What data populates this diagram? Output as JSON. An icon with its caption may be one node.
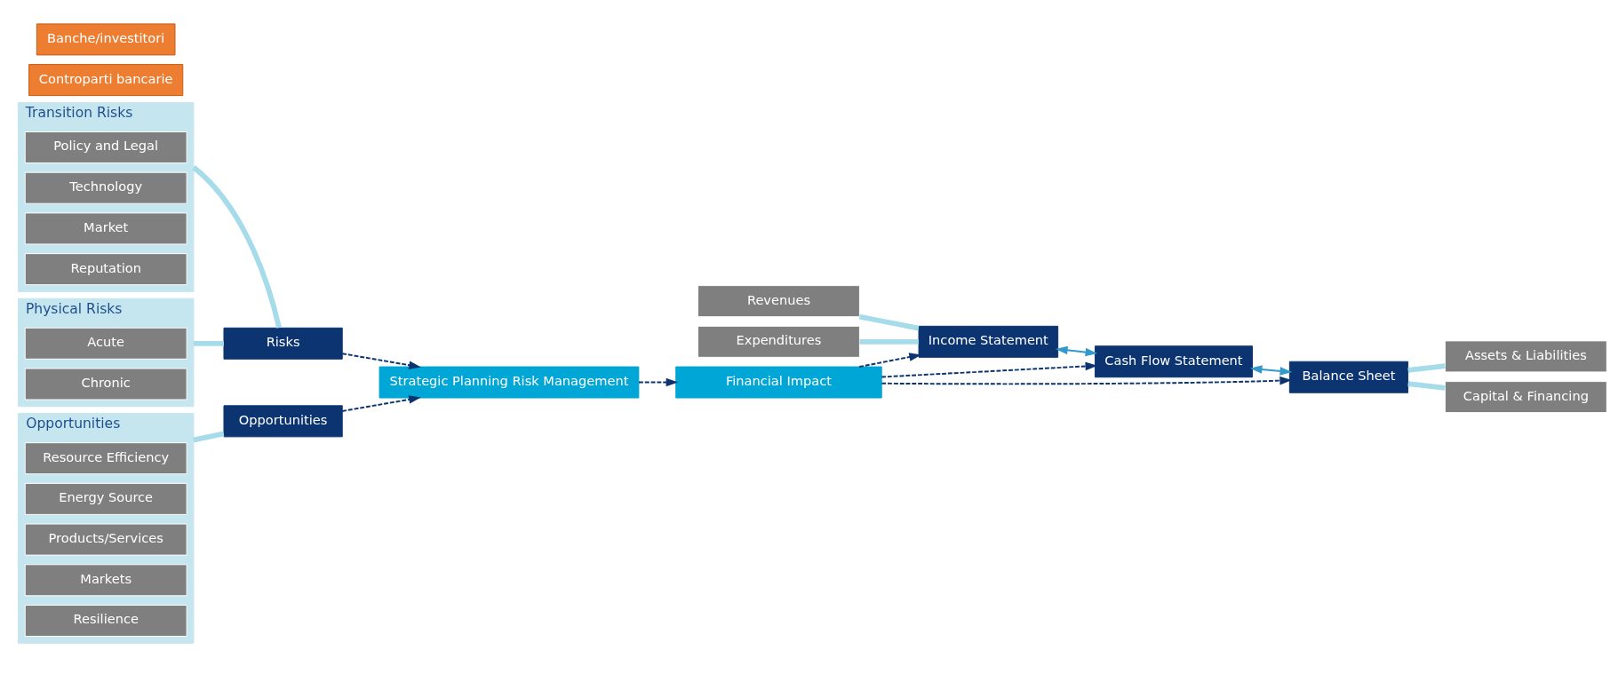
{
  "diagram": {
    "nodes": [
      {
        "text": [
          "Transition Risks"
        ]
      },
      {
        "text": [
          "Policy and Legal"
        ],
        "in": 0
      },
      {
        "text": [
          "Technology"
        ],
        "in": 0
      },
      {
        "text": [
          "Market"
        ],
        "in": 0
      },
      {
        "text": [
          "Reputation"
        ],
        "in": 0
      },
      {
        "text": [
          "Physical Risks"
        ]
      },
      {
        "text": [
          "Acute"
        ],
        "in": 5
      },
      {
        "text": [
          "Chronic"
        ],
        "in": 5
      },
      {
        "text": [
          "Risks"
        ]
      },
      {
        "text": [
          "Opportunities"
        ]
      },
      {
        "text": [
          "Opportunities"
        ]
      },
      {
        "text": [
          "Resource Efficiency"
        ],
        "in": 10
      },
      {
        "text": [
          "Energy Source"
        ],
        "in": 10
      },
      {
        "text": [
          "Products/Services"
        ],
        "in": 10
      },
      {
        "text": [
          "Markets"
        ],
        "in": 10
      },
      {
        "text": [
          "Resilience"
        ],
        "in": 10
      },
      {
        "text": [
          "Strategic Planning Risk Management"
        ]
      },
      {
        "text": [
          "Financial Impact"
        ]
      },
      {
        "text": [
          "Revenues"
        ]
      },
      {
        "text": [
          "Expenditures"
        ]
      },
      {
        "text": [
          "Income Statement"
        ]
      },
      {
        "text": [
          "Cash Flow Statement"
        ]
      },
      {
        "text": [
          "Balance Sheet"
        ]
      },
      {
        "text": [
          "Assets & Liabilities"
        ]
      },
      {
        "text": [
          "Capital & Financing"
        ]
      },
      {
        "text": [
          "Controparti bancarie"
        ]
      },
      {
        "text": [
          "Banche/investitori"
        ]
      }
    ],
    "edges": [
      {
        "from": 0,
        "to": 8,
        "arrow": "none",
        "style": "thick",
        "color": "#a6dcea"
      },
      {
        "from": 5,
        "to": 8,
        "arrow": "none",
        "style": "thick",
        "color": "#a6dcea"
      },
      {
        "from": 10,
        "to": 9,
        "arrow": "none",
        "style": "thick",
        "color": "#a6dcea"
      },
      {
        "from": 8,
        "to": 16,
        "arrow": "to",
        "style": "dashed",
        "color": "#0b3471"
      },
      {
        "from": 9,
        "to": 16,
        "arrow": "to",
        "style": "dashed",
        "color": "#0b3471"
      },
      {
        "from": 16,
        "to": 17,
        "arrow": "to",
        "style": "dashed",
        "color": "#0b3471"
      },
      {
        "from": 17,
        "to": 20,
        "arrow": "to",
        "style": "dashed",
        "color": "#0b3471"
      },
      {
        "from": 17,
        "to": 21,
        "arrow": "to",
        "style": "dashed",
        "color": "#0b3471"
      },
      {
        "from": 17,
        "to": 22,
        "arrow": "to",
        "style": "dashed",
        "color": "#0b3471"
      },
      {
        "from": 18,
        "to": 20,
        "arrow": "none",
        "style": "thick",
        "color": "#a6dcea"
      },
      {
        "from": 19,
        "to": 20,
        "arrow": "none",
        "style": "thick",
        "color": "#a6dcea"
      },
      {
        "from": 20,
        "to": 21,
        "arrow": "both",
        "color": "#3399cc"
      },
      {
        "from": 21,
        "to": 22,
        "arrow": "both",
        "color": "#3399cc"
      },
      {
        "from": 22,
        "to": 23,
        "arrow": "none",
        "style": "thick",
        "color": "#a6dcea"
      },
      {
        "from": 22,
        "to": 24,
        "arrow": "none",
        "style": "thick",
        "color": "#a6dcea"
      }
    ]
  }
}
